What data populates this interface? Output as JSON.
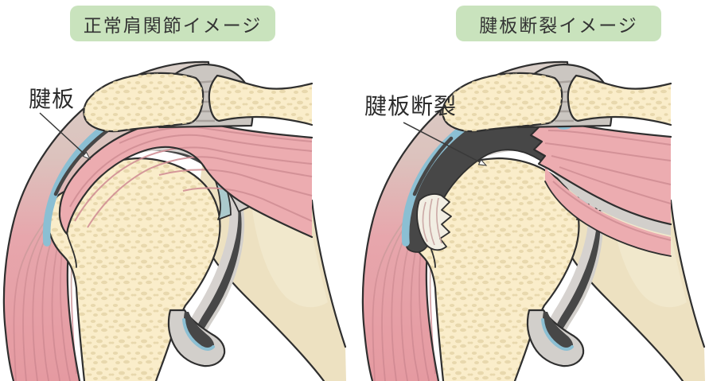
{
  "panels": {
    "normal": {
      "header": "正常肩関節イメージ",
      "annotation": "腱板"
    },
    "tear": {
      "header": "腱板断裂イメージ",
      "annotation": "腱板断裂"
    }
  },
  "colors": {
    "background": "#FFFFFF",
    "header_bg": "#C9E3BD",
    "header_text": "#333333",
    "annotation_text": "#2B2B2B",
    "outline": "#2F2F2F",
    "bone": "#FAEDCA",
    "bone_stipple": "#E6D5A8",
    "fascia_beige": "#D9CFC8",
    "muscle_pink": "#ECACB0",
    "muscle_striation": "#D08E95",
    "bursa_blue": "#8BBFD3",
    "joint_dark_gray": "#474747",
    "cartilage_gray": "#D6D2CF",
    "capsule_gray": "#D2CFCB",
    "labrum_teal": "#ABCACD",
    "scapula_beige": "#EDE1C1",
    "scapula_light": "#F4ECD4",
    "fray_white": "#F2EEE3",
    "ac_joint_gray": "#CBC6C1"
  }
}
